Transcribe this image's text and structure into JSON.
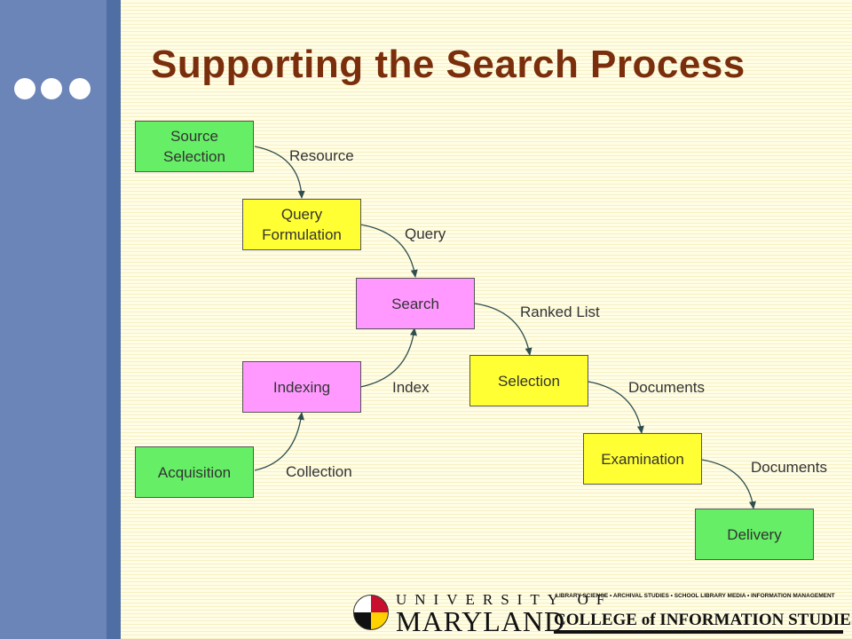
{
  "slide": {
    "title": "Supporting the Search Process"
  },
  "diagram": {
    "nodes": {
      "source_selection": "Source\nSelection",
      "query_formulation": "Query\nFormulation",
      "search": "Search",
      "selection": "Selection",
      "examination": "Examination",
      "delivery": "Delivery",
      "indexing": "Indexing",
      "acquisition": "Acquisition"
    },
    "edge_labels": {
      "resource": "Resource",
      "query": "Query",
      "ranked_list": "Ranked List",
      "documents_1": "Documents",
      "documents_2": "Documents",
      "index": "Index",
      "collection": "Collection"
    },
    "colors": {
      "green_box": "#66ee66",
      "yellow_box": "#ffff33",
      "pink_box": "#ff99ff",
      "arrow": "#2f4f4f",
      "title": "#7a2e0c"
    }
  },
  "footer": {
    "university_line1": "UNIVERSITY OF",
    "university_line2": "MARYLAND",
    "departments": "LIBRARY SCIENCE  •  ARCHIVAL STUDIES  •  SCHOOL LIBRARY MEDIA  •  INFORMATION MANAGEMENT",
    "college": "COLLEGE of INFORMATION STUDIES"
  }
}
